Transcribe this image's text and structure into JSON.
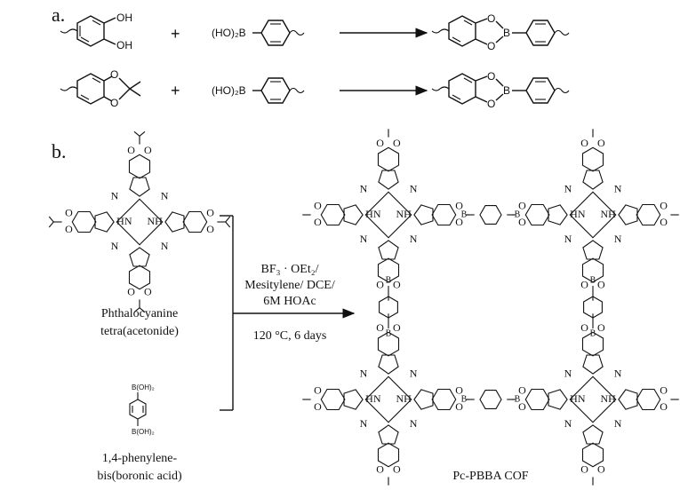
{
  "panel_a": {
    "label": "a.",
    "reaction1": {
      "reactant1_groups": [
        "OH",
        "OH"
      ],
      "plus": "+",
      "reactant2_group": "(HO)₂B",
      "product_atoms": [
        "O",
        "B",
        "O"
      ]
    },
    "reaction2": {
      "reactant1_atoms": [
        "O",
        "O"
      ],
      "plus": "+",
      "reactant2_group": "(HO)₂B",
      "product_atoms": [
        "O",
        "B",
        "O"
      ]
    }
  },
  "panel_b": {
    "label": "b.",
    "monomer1_label_line1": "Phthalocyanine",
    "monomer1_label_line2": "tetra(acetonide)",
    "monomer2_top_group": "B(OH)₂",
    "monomer2_bottom_group": "B(OH)₂",
    "monomer2_label_line1": "1,4-phenylene-",
    "monomer2_label_line2": "bis(boronic acid)",
    "conditions": {
      "line1": "BF₃ · OEt₂/",
      "line2": "Mesitylene/ DCE/",
      "line3": "6M HOAc",
      "line4": "120 °C, 6 days"
    },
    "product_label": "Pc-PBBA COF",
    "pc_atoms": {
      "n": "N",
      "nh": "NH",
      "hn": "HN",
      "o": "O",
      "b": "B"
    }
  }
}
